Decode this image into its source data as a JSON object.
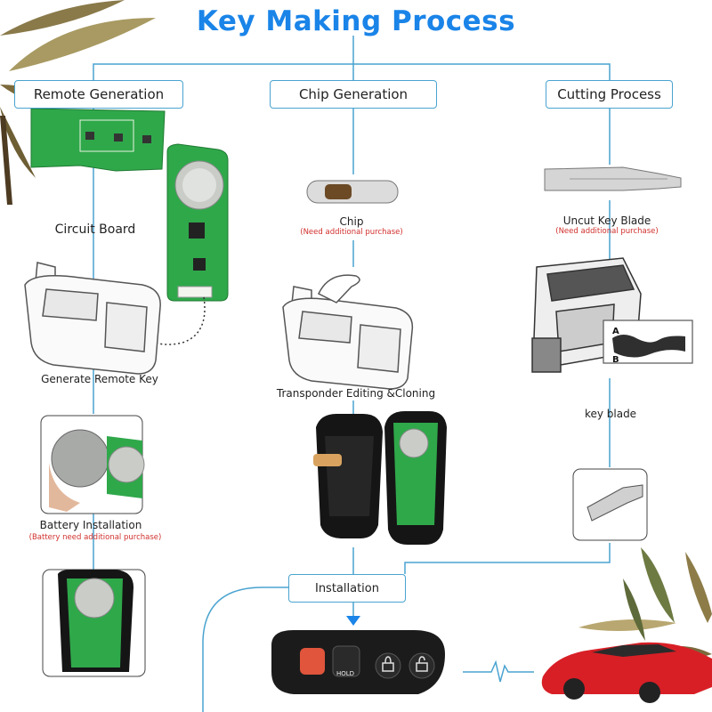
{
  "title": "Key Making Process",
  "stages": {
    "remote": "Remote Generation",
    "chip": "Chip Generation",
    "cutting": "Cutting Process",
    "installation": "Installation"
  },
  "steps": {
    "circuit_board": "Circuit Board",
    "generate_remote_key": "Generate Remote Key",
    "battery_installation": "Battery Installation",
    "battery_note": "(Battery need additional purchase)",
    "chip": "Chip",
    "chip_note": "(Need additional purchase)",
    "transponder": "Transponder Editing &Cloning",
    "uncut_blade": "Uncut Key  Blade",
    "uncut_note": "(Need additional purchase)",
    "key_blade": "key blade"
  },
  "device_text": {
    "marker_a": "A",
    "marker_b": "B",
    "hold": "HOLD"
  },
  "colors": {
    "title": "#1a84e8",
    "connector": "#4aa3d0",
    "note": "#d0312d",
    "pcb": "#2fa84a",
    "panic": "#e0553c"
  }
}
